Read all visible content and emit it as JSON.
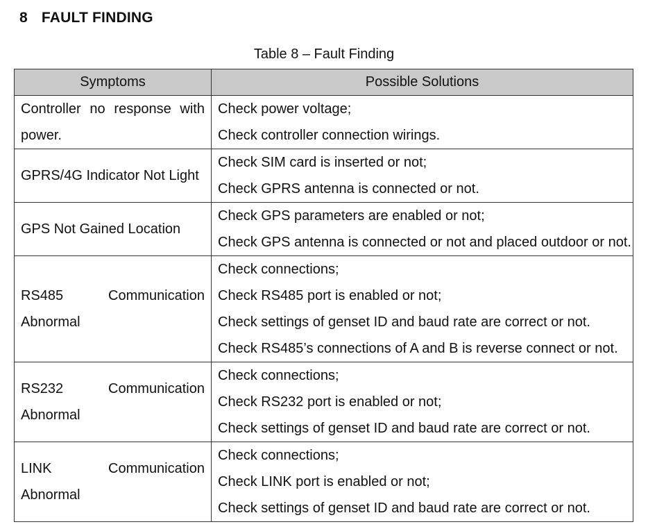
{
  "section": {
    "number": "8",
    "title": "FAULT FINDING"
  },
  "table": {
    "caption": "Table 8 – Fault Finding",
    "headers": [
      "Symptoms",
      "Possible Solutions"
    ],
    "rows": [
      {
        "symptom": "Controller no response with power.",
        "solutions": [
          "Check power voltage;",
          "Check controller connection wirings."
        ]
      },
      {
        "symptom": "GPRS/4G Indicator Not Light",
        "solutions": [
          "Check SIM card is inserted or not;",
          "Check GPRS antenna is connected or not."
        ]
      },
      {
        "symptom": "GPS Not Gained Location",
        "solutions": [
          "Check GPS parameters are enabled or not;",
          "Check GPS antenna is connected or not and placed outdoor or not."
        ]
      },
      {
        "symptom": "RS485 Communication Abnormal",
        "solutions": [
          "Check connections;",
          "Check RS485 port is enabled or not;",
          "Check settings of genset ID and baud rate are correct or not.",
          "Check RS485’s connections of A and B is reverse connect or not."
        ]
      },
      {
        "symptom": "RS232 Communication Abnormal",
        "solutions": [
          "Check connections;",
          "Check RS232 port is enabled or not;",
          "Check settings of genset ID and baud rate are correct or not."
        ]
      },
      {
        "symptom": "LINK Communication Abnormal",
        "solutions": [
          "Check connections;",
          "Check LINK port is enabled or not;",
          "Check settings of genset ID and baud rate are correct or not."
        ]
      }
    ]
  }
}
